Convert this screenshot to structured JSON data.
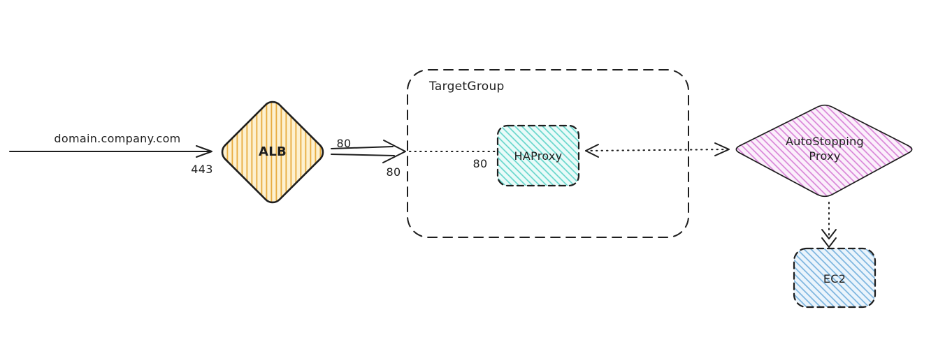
{
  "nodes": {
    "alb": {
      "label": "ALB",
      "fill": "#fdf1d0",
      "hatch": "#e8aa3c"
    },
    "haproxy": {
      "label": "HAProxy",
      "fill": "#e9fbf9",
      "hatch": "#5fd4c9"
    },
    "target_group": {
      "label": "TargetGroup"
    },
    "autostopping": {
      "label_line1": "AutoStopping",
      "label_line2": "Proxy",
      "fill": "#fbeffb",
      "hatch": "#d77fd6"
    },
    "ec2": {
      "label": "EC2",
      "fill": "#eaf4fc",
      "hatch": "#74b0dd"
    }
  },
  "edges": {
    "domain_label": "domain.company.com",
    "port_443": "443",
    "port_80_alb_top": "80",
    "port_80_alb_bottom": "80",
    "port_80_haproxy": "80"
  },
  "colors": {
    "stroke": "#1e1e1e",
    "background": "#ffffff"
  }
}
